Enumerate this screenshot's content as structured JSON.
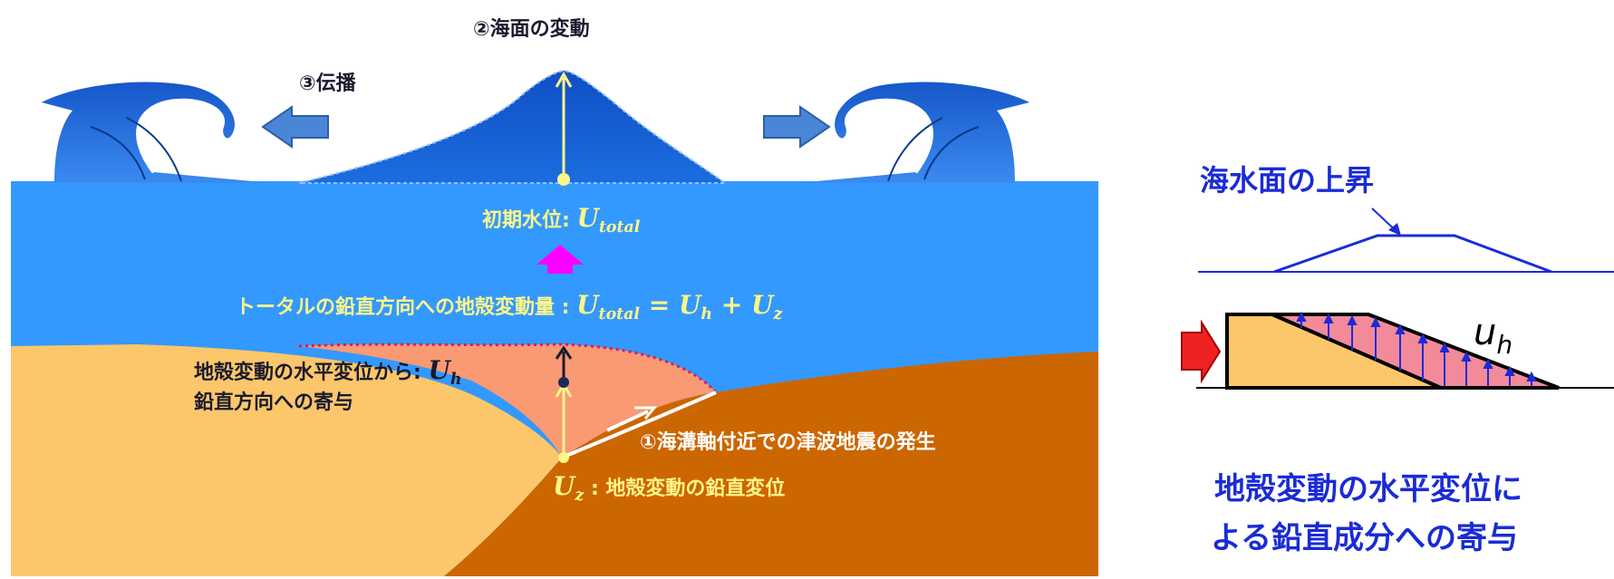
{
  "labels": {
    "sea_surface_change": "②海面の変動",
    "propagation": "③伝播",
    "initial_water_level": "初期水位: ",
    "u_total_symbol": "U",
    "u_total_sub": "total",
    "total_vertical_displacement": "トータルの鉛直方向への地殻変動量 : ",
    "equation_tail": " = ",
    "plus": " + ",
    "u_h_sub": "h",
    "u_z_sub": "z",
    "horizontal_contribution_line1": "地殻変動の水平変位から: ",
    "horizontal_contribution_line2": "鉛直方向への寄与",
    "tsunami_earthquake": "①海溝軸付近での津波地震の発生",
    "vertical_displacement": " : 地殻変動の鉛直変位"
  },
  "inset": {
    "sea_level_rise": "海水面の上昇",
    "u_symbol": "u",
    "u_sub": "h",
    "caption_line1": "地殻変動の水平変位に",
    "caption_line2": "よる鉛直成分への寄与"
  },
  "colors": {
    "sea": "#3399ff",
    "wave": "#1a6fd6",
    "crust_left": "#fcc76a",
    "crust_right": "#cc6600",
    "uplift_zone": "#f99a73",
    "label_yellow": "#fff68a",
    "arrow_magenta": "#ff00ff",
    "inset_blue": "#1a2bd6",
    "inset_red": "#ee2222"
  },
  "icons": [
    "wave-crest-icon",
    "arrow-left-icon",
    "arrow-right-icon",
    "arrow-up-icon",
    "push-arrow-icon"
  ]
}
